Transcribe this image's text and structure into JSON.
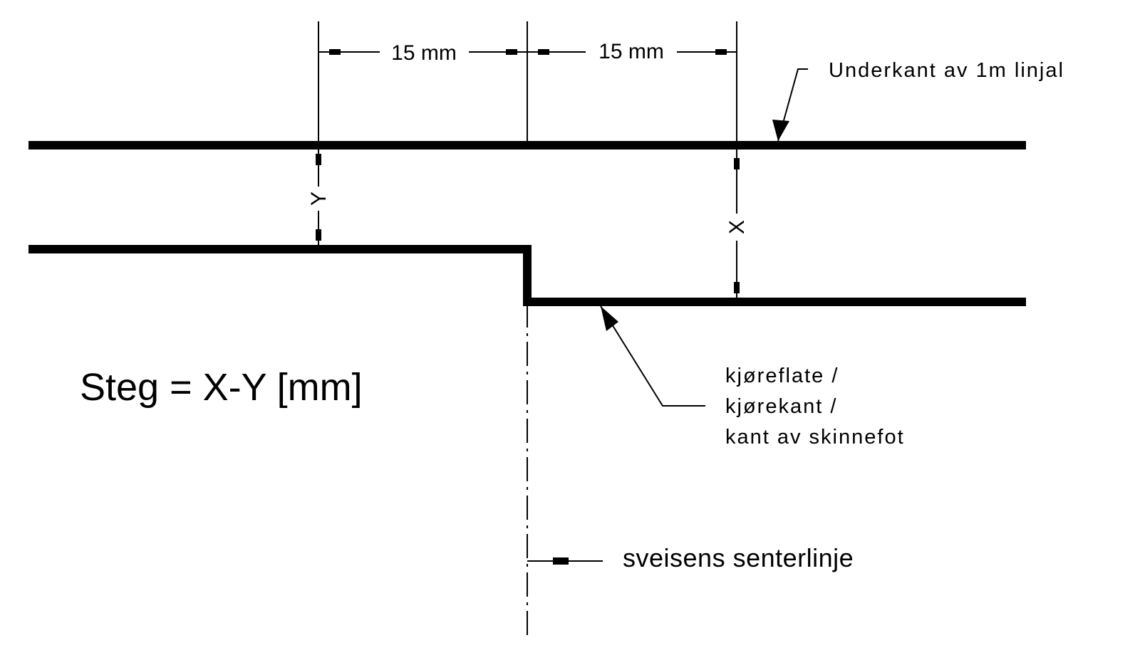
{
  "dimensions": {
    "left_width": "15 mm",
    "right_width": "15 mm",
    "left_gap": "Y",
    "right_gap": "X"
  },
  "labels": {
    "ruler": "Underkant av 1m linjal",
    "surface_lines": [
      "kjøreflate /",
      "kjørekant /",
      "kant av skinnefot"
    ],
    "weld_centerline": "sveisens senterlinje"
  },
  "formula": "Steg = X-Y [mm]"
}
